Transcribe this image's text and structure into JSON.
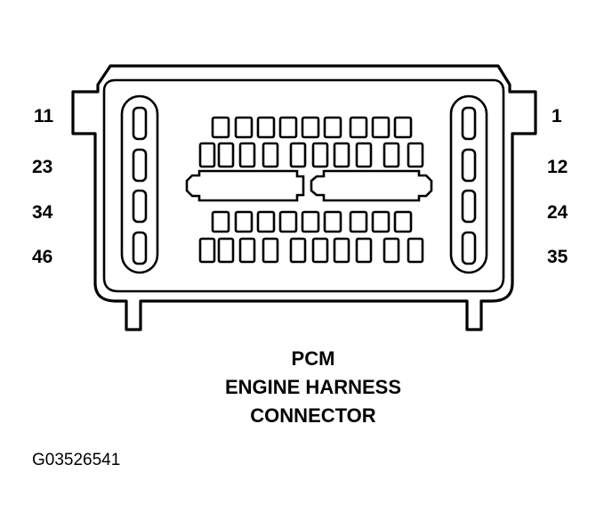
{
  "pin_labels": {
    "left": [
      "11",
      "23",
      "34",
      "46"
    ],
    "right": [
      "1",
      "12",
      "24",
      "35"
    ]
  },
  "caption": {
    "line1": "PCM",
    "line2": "ENGINE HARNESS",
    "line3": "CONNECTOR"
  },
  "figure_id": "G03526541",
  "colors": {
    "ink": "#000000",
    "background": "#ffffff"
  }
}
